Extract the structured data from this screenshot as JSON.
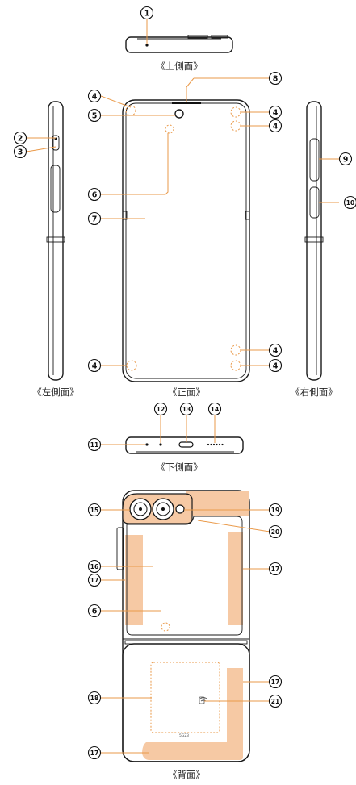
{
  "views": {
    "top": "《上側面》",
    "left": "《左側面》",
    "front": "《正面》",
    "right": "《右側面》",
    "bottom": "《下側面》",
    "back": "《背面》"
  },
  "callouts": [
    "1",
    "2",
    "3",
    "4",
    "5",
    "6",
    "7",
    "8",
    "9",
    "10",
    "11",
    "12",
    "13",
    "14",
    "15",
    "16",
    "17",
    "18",
    "19",
    "20",
    "21"
  ],
  "back_print": "5G23",
  "colors": {
    "accent": "#ea9a4a",
    "zone": "#f6c9a4",
    "outline": "#1a1a1a"
  }
}
